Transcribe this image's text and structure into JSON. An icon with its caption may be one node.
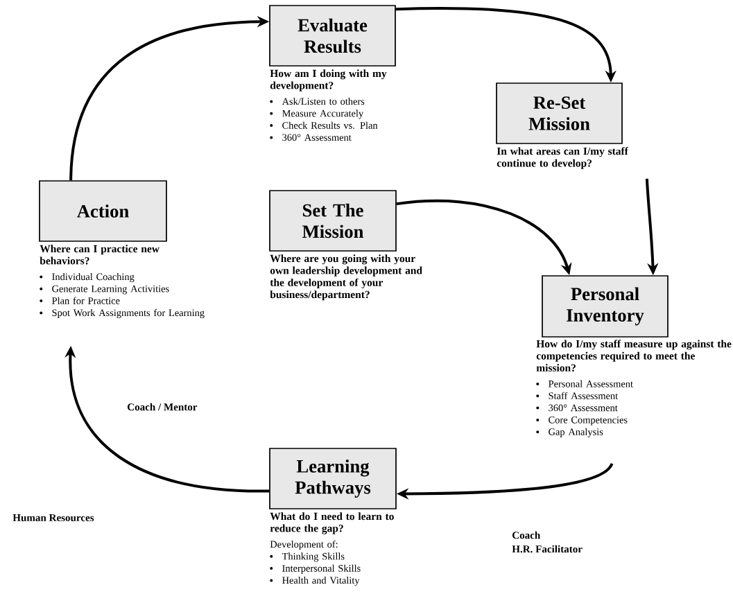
{
  "diagram": {
    "nodes": [
      {
        "text": [
          "Evaluate Results"
        ],
        "beside": [
          "How am I doing with my development?",
          "Ask/Listen to others",
          "Measure Accurately",
          "Check Results vs. Plan",
          "360° Assessment"
        ]
      },
      {
        "text": [
          "Re-Set Mission"
        ],
        "beside": [
          "In what areas can I/my staff continue to develop?"
        ]
      },
      {
        "text": [
          "Action"
        ],
        "beside": [
          "Where can I practice new behaviors?",
          "Individual Coaching",
          "Generate Learning Activities",
          "Plan for Practice",
          "Spot Work Assignments for Learning"
        ]
      },
      {
        "text": [
          "Set The Mission"
        ],
        "beside": [
          "Where are you going with your own leadership development and the development of your business/department?"
        ]
      },
      {
        "text": [
          "Personal Inventory"
        ],
        "beside": [
          "How do I/my staff measure up against the competencies required to meet the mission?",
          "Personal Assessment",
          "Staff Assessment",
          "360° Assessment",
          "Core Competencies",
          "Gap Analysis"
        ]
      },
      {
        "text": [
          "Learning Pathways"
        ],
        "beside": [
          "What do I need to learn to reduce the gap?",
          "Development of:",
          "Thinking Skills",
          "Interpersonal Skills",
          "Health and Vitality"
        ]
      }
    ],
    "edges": [
      {
        "from": 2,
        "to": 0,
        "arrow": "to"
      },
      {
        "from": 0,
        "to": 1,
        "arrow": "to"
      },
      {
        "from": 1,
        "to": 4,
        "arrow": "to"
      },
      {
        "from": 3,
        "to": 4,
        "arrow": "to"
      },
      {
        "from": 4,
        "to": 5,
        "arrow": "to"
      },
      {
        "from": 5,
        "to": 2,
        "arrow": "to"
      }
    ],
    "labels": [
      "Coach / Mentor",
      "Human Resources",
      "Coach",
      "H.R. Facilitator"
    ]
  }
}
